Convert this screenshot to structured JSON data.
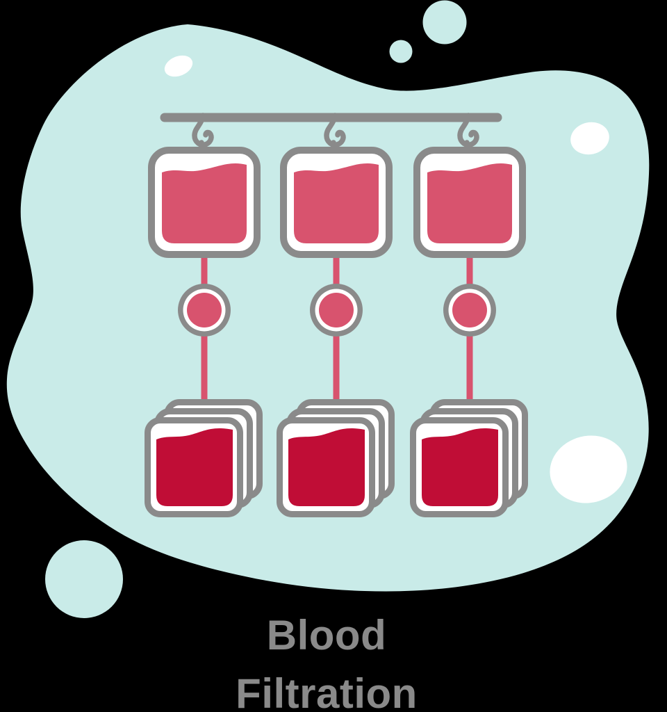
{
  "caption": {
    "line1": "Blood",
    "line2": "Filtration"
  },
  "colors": {
    "background": "#000000",
    "blob_teal": "#c9ebe8",
    "spot_white": "#ffffff",
    "structure_gray": "#8a8a8a",
    "blood_pink": "#d8536e",
    "blood_dark_red": "#c00d36",
    "caption_gray": "#8a8a8a"
  },
  "illustration": {
    "name": "blood-filtration",
    "column_count": 3,
    "icons": [
      "iv-rail",
      "hanger-hook-icon",
      "blood-bag-icon",
      "transfusion-tube",
      "drip-chamber-icon",
      "filter-stack-icon"
    ]
  }
}
